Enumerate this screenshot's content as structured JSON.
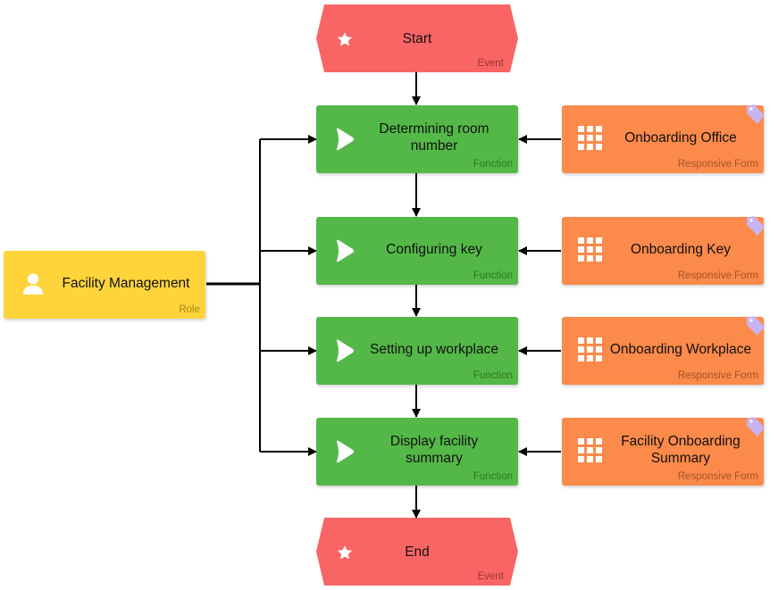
{
  "nodes": {
    "start": {
      "title": "Start",
      "type": "Event"
    },
    "f1": {
      "title": "Determining room number",
      "type": "Function"
    },
    "f2": {
      "title": "Configuring key",
      "type": "Function"
    },
    "f3": {
      "title": "Setting up workplace",
      "type": "Function"
    },
    "f4": {
      "title": "Display facility summary",
      "type": "Function"
    },
    "end": {
      "title": "End",
      "type": "Event"
    },
    "r1": {
      "title": "Onboarding Office",
      "type": "Responsive Form"
    },
    "r2": {
      "title": "Onboarding Key",
      "type": "Responsive Form"
    },
    "r3": {
      "title": "Onboarding Workplace",
      "type": "Responsive Form"
    },
    "r4": {
      "title": "Facility Onboarding Summary",
      "type": "Responsive Form"
    },
    "role": {
      "title": "Facility Management",
      "type": "Role"
    }
  },
  "colors": {
    "event": "#f96565",
    "function": "#54b848",
    "responsive_form": "#fc8a4a",
    "role": "#ffd43b",
    "connector": "#000000"
  },
  "icons": {
    "event": "star-icon",
    "function": "play-icon",
    "responsive_form": "grid-icon",
    "role": "user-icon"
  }
}
